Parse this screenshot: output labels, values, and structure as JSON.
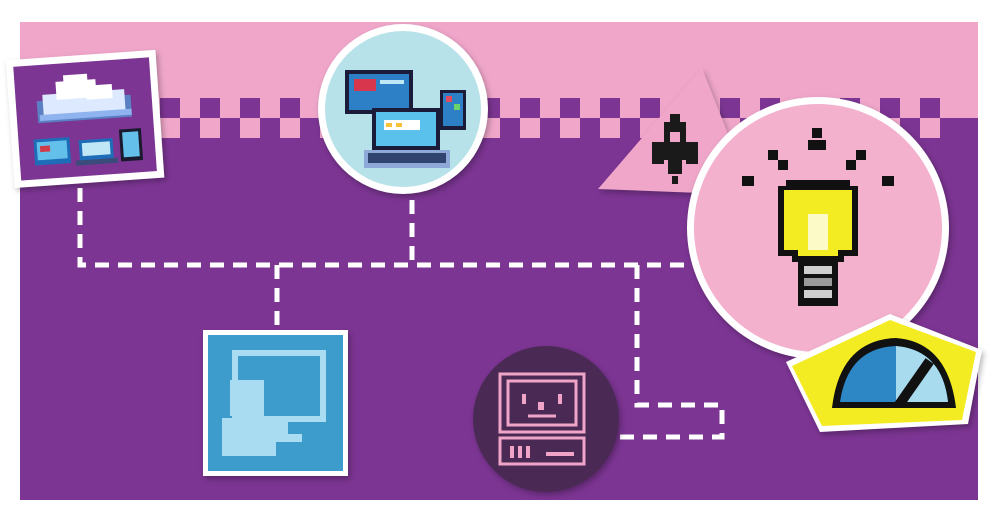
{
  "scene": {
    "description_visible_text": "",
    "colors": {
      "page_background": "#ffffff",
      "band_pink": "#efa6c9",
      "panel_purple": "#7c3593",
      "checker_pink": "#efa6c9",
      "dashed_line": "#ffffff",
      "sticker_border": "#ffffff",
      "lightbulb_yellow": "#f4ec22",
      "gauge_yellow": "#f4ec22",
      "gauge_blue": "#2d87c5",
      "computer_face_bg": "#4a2a55",
      "computer_face_lines": "#f0a5c8",
      "user_screen_blue": "#3e9ccc",
      "cloud_card_bg": "#7c3593",
      "devices_circle_bg": "#b8e2ea",
      "rocket_bg": "#efa6c9",
      "lightbulb_circle_bg": "#f3b1cd"
    }
  },
  "stickers": [
    {
      "name": "cloud-devices-sticker",
      "icon": "cloud-computing-icon"
    },
    {
      "name": "devices-circle-sticker",
      "icon": "laptop-monitor-tablet-icon"
    },
    {
      "name": "rocket-sticker",
      "icon": "rocket-icon"
    },
    {
      "name": "lightbulb-sticker",
      "icon": "lightbulb-icon"
    },
    {
      "name": "gauge-sticker",
      "icon": "speedometer-icon"
    },
    {
      "name": "user-monitor-sticker",
      "icon": "user-monitor-icon"
    },
    {
      "name": "retro-computer-sticker",
      "icon": "retro-computer-face-icon"
    }
  ]
}
